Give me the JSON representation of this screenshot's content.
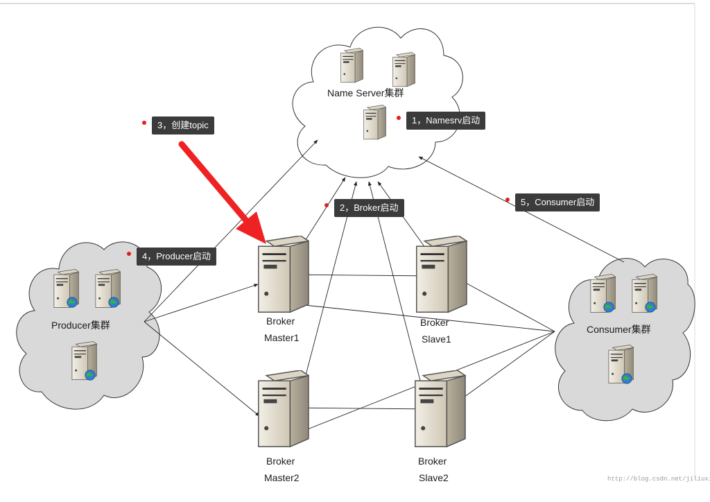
{
  "clouds": {
    "nameserver": {
      "label": "Name Server集群"
    },
    "producer": {
      "label": "Producer集群"
    },
    "consumer": {
      "label": "Consumer集群"
    }
  },
  "brokers": {
    "master1": {
      "line1": "Broker",
      "line2": "Master1"
    },
    "slave1": {
      "line1": "Broker",
      "line2": "Slave1"
    },
    "master2": {
      "line1": "Broker",
      "line2": "Master2"
    },
    "slave2": {
      "line1": "Broker",
      "line2": "Slave2"
    }
  },
  "callouts": {
    "step1": "1，Namesrv启动",
    "step2": "2，Broker启动",
    "step3": "3，创建topic",
    "step4": "4，Producer启动",
    "step5": "5，Consumer启动"
  },
  "watermark": "http://blog.csdn.net/jiliuxing",
  "colors": {
    "cloud_fill": "#d9d9d9",
    "server_body": "#e8e2d4",
    "callout_bg": "#3b3b3b",
    "arrow_red": "#ee2222",
    "globe": "#2f7fd0"
  }
}
